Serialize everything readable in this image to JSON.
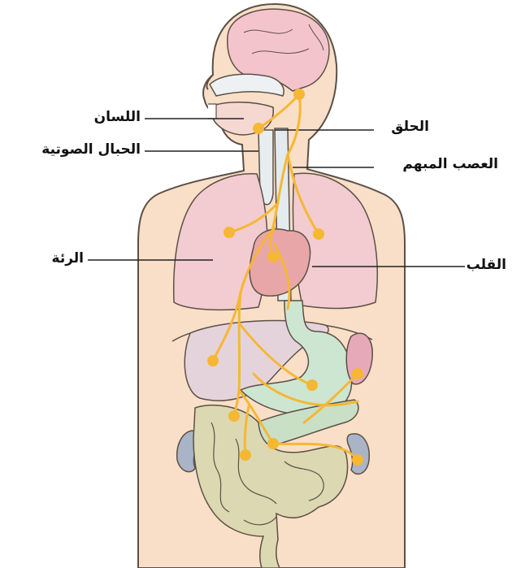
{
  "labels": {
    "tongue": "اللسان",
    "vocal_cords": "الحبال الصوتية",
    "lung": "الرئة",
    "pharynx": "الحلق",
    "vagus_nerve": "العصب المبهم",
    "heart": "القلب"
  },
  "colors": {
    "skin": "#f9dfc8",
    "outline": "#5c5046",
    "brain": "#f4c4cc",
    "lung": "#f2ccd0",
    "heart": "#e8a6a8",
    "liver": "#e5d3dc",
    "stomach": "#cde6d2",
    "spleen": "#e6a9ba",
    "kidney": "#a9b4c6",
    "intestine": "#dcd8b2",
    "trachea": "#e8edf0",
    "nerve": "#f6b733"
  }
}
